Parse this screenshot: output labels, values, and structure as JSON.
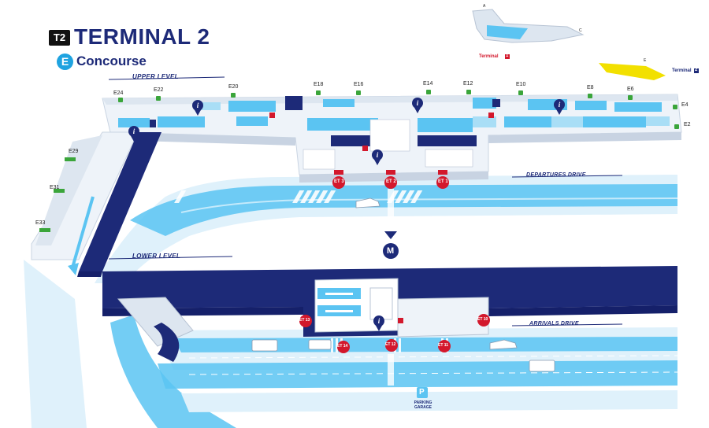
{
  "header": {
    "badge": "T2",
    "title": "TERMINAL 2",
    "concourse_letter": "E",
    "concourse_label": "Concourse"
  },
  "levels": {
    "upper": "UPPER LEVEL",
    "lower": "LOWER LEVEL"
  },
  "gates": [
    "E24",
    "E22",
    "E20",
    "E18",
    "E16",
    "E14",
    "E12",
    "E10",
    "E8",
    "E6",
    "E4",
    "E2",
    "E29",
    "E31",
    "E33"
  ],
  "drives": {
    "departures": "DEPARTURES DRIVE",
    "arrivals": "ARRIVALS DRIVE"
  },
  "ground_transport": {
    "upper": [
      "ET 3",
      "ET 2",
      "ET 1"
    ],
    "lower": [
      "ET 13",
      "ET 14",
      "ET 12",
      "ET 11",
      "ET 10"
    ]
  },
  "inset": {
    "terminal1_label": "Terminal",
    "terminal1_badge": "1",
    "terminal2_label": "Terminal",
    "terminal2_badge": "2",
    "letters": [
      "A",
      "C",
      "E"
    ]
  },
  "parking": {
    "badge": "P",
    "line1": "PARKING",
    "line2": "GARAGE"
  },
  "metro_badge": "M",
  "colors": {
    "navy": "#1d2a78",
    "sky": "#5bc4f2",
    "road": "#dff1fb",
    "red": "#d3182c",
    "green": "#3aa53a",
    "yellow": "#f2e000"
  }
}
